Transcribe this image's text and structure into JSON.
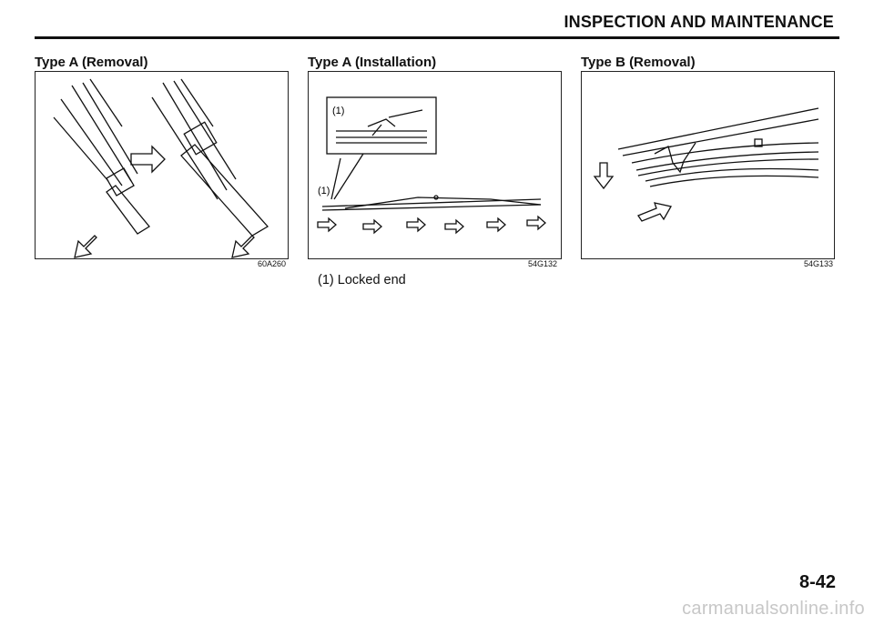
{
  "header": {
    "title": "INSPECTION AND MAINTENANCE"
  },
  "panels": [
    {
      "title": "Type A (Removal)",
      "code": "60A260"
    },
    {
      "title": "Type A (Installation)",
      "code": "54G132",
      "callouts": [
        "(1)",
        "(1)"
      ]
    },
    {
      "title": "Type B (Removal)",
      "code": "54G133"
    }
  ],
  "caption": "(1) Locked end",
  "page_number": "8-42",
  "footer": {
    "site": "carmanualsonline.info"
  }
}
